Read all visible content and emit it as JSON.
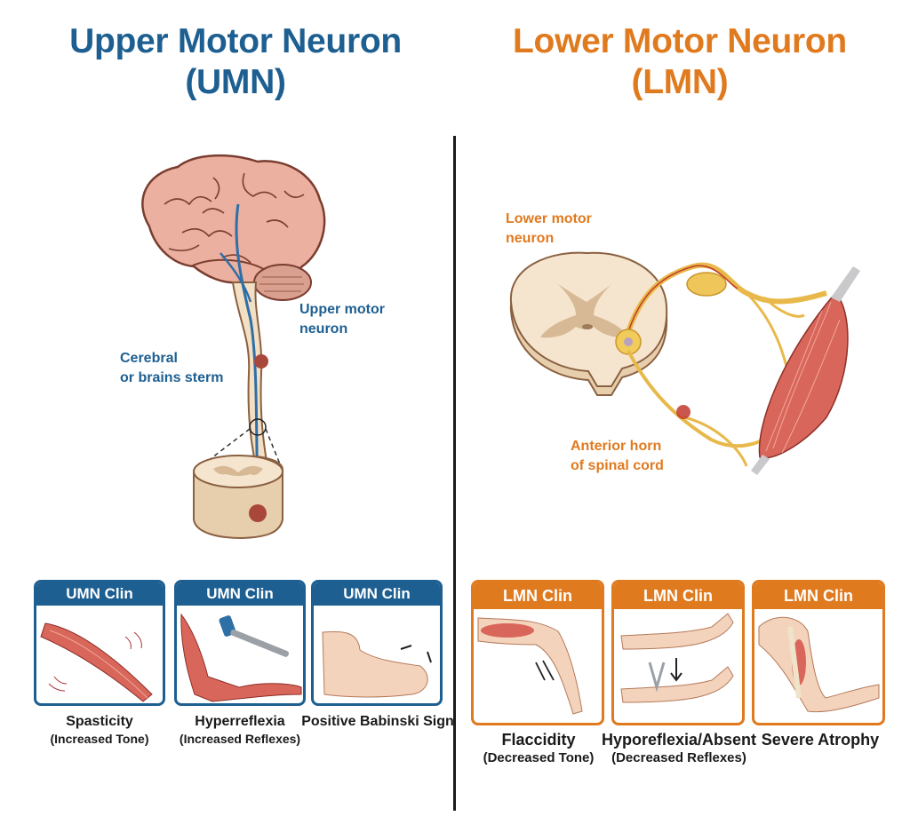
{
  "umn": {
    "title_line1": "Upper Motor Neuron",
    "title_line2": "(UMN)",
    "color": "#1e5f91",
    "labels": {
      "upper_motor_neuron_1": "Upper motor",
      "upper_motor_neuron_2": "neuron",
      "cerebral_1": "Cerebral",
      "cerebral_2": "or brains sterm"
    },
    "cards": [
      {
        "header": "UMN Clin",
        "icon": "muscle-tension-icon",
        "caption": "Spasticity",
        "sub": "(Increased Tone)"
      },
      {
        "header": "UMN Clin",
        "icon": "reflex-hammer-elbow-icon",
        "caption": "Hyperreflexia",
        "sub": "(Increased Reflexes)"
      },
      {
        "header": "UMN Clin",
        "icon": "foot-babinski-icon",
        "caption": "Positive Babinski Sign",
        "sub": ""
      }
    ]
  },
  "lmn": {
    "title_line1": "Lower Motor Neuron",
    "title_line2": "(LMN)",
    "color": "#e07a1f",
    "labels": {
      "lower_motor_neuron_1": "Lower motor",
      "lower_motor_neuron_2": "neuron",
      "anterior_horn_1": "Anterior horn",
      "anterior_horn_2": "of spinal cord"
    },
    "cards": [
      {
        "header": "LMN Clin",
        "icon": "limp-arm-icon",
        "caption": "Flaccidity",
        "sub": "(Decreased Tone)"
      },
      {
        "header": "LMN Clin",
        "icon": "reflex-test-arm-icon",
        "caption": "Hyporeflexia/Absent",
        "sub": "(Decreased Reflexes)"
      },
      {
        "header": "LMN Clin",
        "icon": "atrophied-arm-icon",
        "caption": "Severe Atrophy",
        "sub": ""
      }
    ]
  }
}
